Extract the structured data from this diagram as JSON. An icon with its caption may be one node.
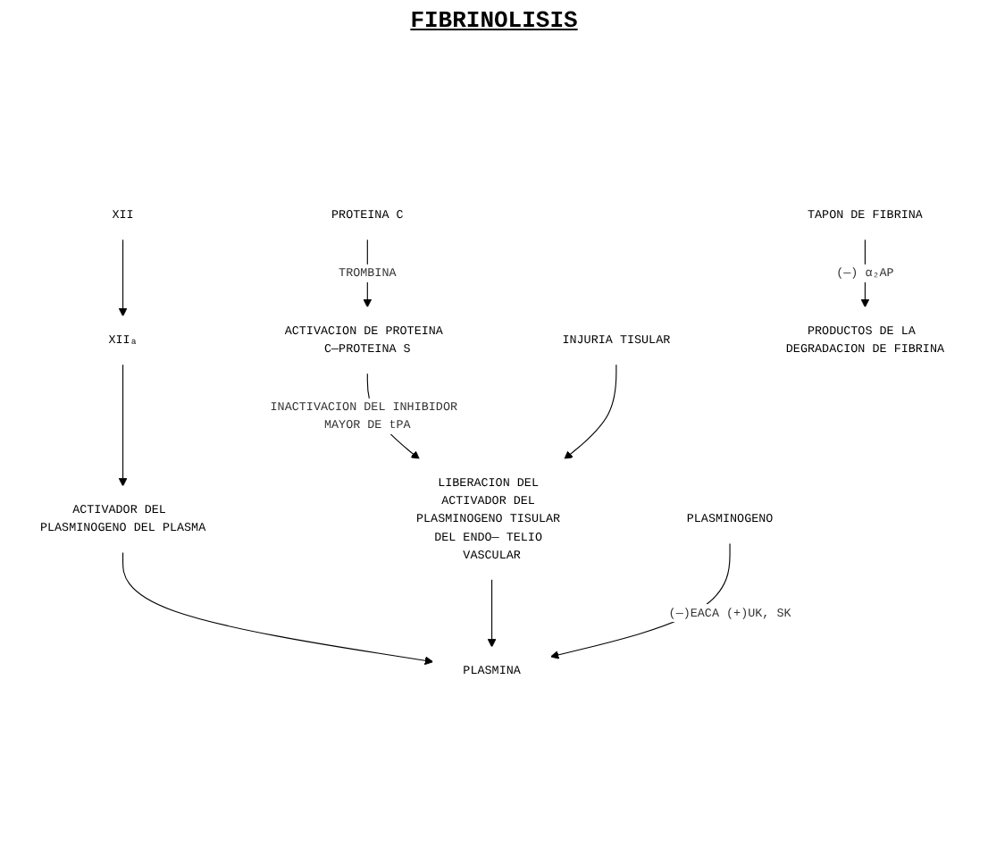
{
  "diagram": {
    "title": "FIBRINOLISIS",
    "nodes": [
      {
        "text": [
          "PROTEINA C"
        ]
      },
      {
        "text": [
          "ACTIVACION DE PROTEINA C—PROTEINA S"
        ]
      },
      {
        "text": [
          "XII"
        ]
      },
      {
        "text": [
          "XIIₐ"
        ]
      },
      {
        "text": [
          "INJURIA TISULAR"
        ]
      },
      {
        "text": [
          "ACTIVADOR DEL PLASMINOGENO DEL PLASMA"
        ]
      },
      {
        "text": [
          "LIBERACION DEL ACTIVADOR DEL PLASMINOGENO TISULAR DEL ENDO— TELIO VASCULAR"
        ]
      },
      {
        "text": [
          "PLASMINOGENO"
        ]
      },
      {
        "text": [
          "PLASMINA"
        ]
      },
      {
        "text": [
          "TAPON DE FIBRINA"
        ]
      },
      {
        "text": [
          "PRODUCTOS DE LA DEGRADACION DE FIBRINA"
        ]
      }
    ],
    "edges": [
      {
        "from": 0,
        "to": 1,
        "arrow": "to",
        "label": "TROMBINA"
      },
      {
        "from": 1,
        "to": 6,
        "arrow": "to",
        "label": "INACTIVACION DEL INHIBIDOR MAYOR DE tPA"
      },
      {
        "from": 2,
        "to": 3,
        "arrow": "to"
      },
      {
        "from": 3,
        "to": 5,
        "arrow": "to"
      },
      {
        "from": 4,
        "to": 6,
        "arrow": "to"
      },
      {
        "from": 5,
        "to": 8,
        "arrow": "to"
      },
      {
        "from": 6,
        "to": 8,
        "arrow": "to"
      },
      {
        "from": 7,
        "to": 8,
        "arrow": "to",
        "label": "(—)EACA (+)UK, SK"
      },
      {
        "from": 9,
        "to": 10,
        "arrow": "to",
        "label": "(—) α₂AP"
      }
    ]
  }
}
